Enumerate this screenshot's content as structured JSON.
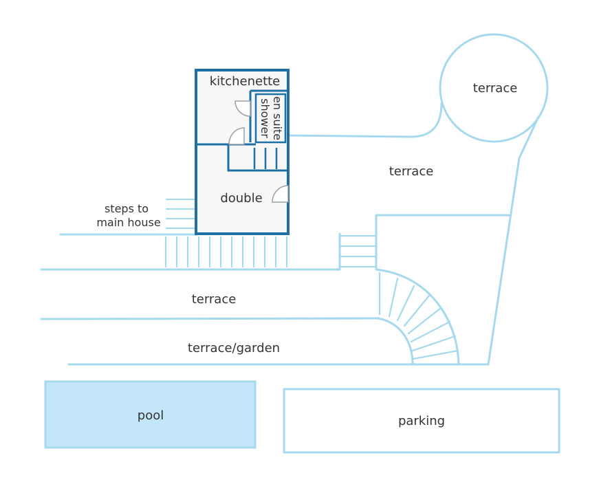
{
  "labels": {
    "kitchenette": "kitchenette",
    "en_suite_shower_line1": "en suite",
    "en_suite_shower_line2": "shower",
    "double": "double",
    "steps_line1": "steps to",
    "steps_line2": "main house",
    "terrace_circle": "terrace",
    "terrace_upper": "terrace",
    "terrace_lower": "terrace",
    "terrace_garden": "terrace/garden",
    "pool": "pool",
    "parking": "parking"
  },
  "colors": {
    "outline": "#a6d8ee",
    "building_wall": "#1d6fa5",
    "room_fill": "#f7f7f7",
    "pool_fill": "#c3e6f8"
  }
}
